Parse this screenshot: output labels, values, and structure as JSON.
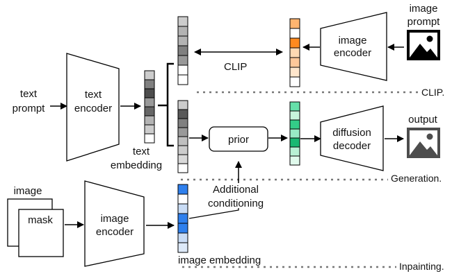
{
  "labels": {
    "image_prompt_1": "image",
    "image_prompt_2": "prompt",
    "image_encoder_top_1": "image",
    "image_encoder_top_2": "encoder",
    "clip_arrow": "CLIP",
    "text_prompt_1": "text",
    "text_prompt_2": "prompt",
    "text_encoder_1": "text",
    "text_encoder_2": "encoder",
    "text_embedding_1": "text",
    "text_embedding_2": "embedding",
    "prior": "prior",
    "diffusion_decoder_1": "diffusion",
    "diffusion_decoder_2": "decoder",
    "output": "output",
    "additional_conditioning_1": "Additional",
    "additional_conditioning_2": "conditioning",
    "image_input": "image",
    "mask_input": "mask",
    "image_encoder_bottom_1": "image",
    "image_encoder_bottom_2": "encoder",
    "image_embedding": "image embedding"
  },
  "sections": {
    "clip": "CLIP.",
    "generation": "Generation.",
    "inpainting": "Inpainting."
  },
  "colors": {
    "clip_text_embedding": [
      "#cccccc",
      "#b3b3b3",
      "#b3b3b3",
      "#808080",
      "#999999",
      "#ffffff",
      "#ffffff"
    ],
    "clip_image_embedding": [
      "#ffb570",
      "#ffffff",
      "#ff8a1f",
      "#ffd9b3",
      "#ffc89a",
      "#ffe6cc",
      "#ffffff"
    ],
    "text_encoder_output": [
      "#cccccc",
      "#808080",
      "#4d4d4d",
      "#999999",
      "#666666",
      "#b3b3b3",
      "#cccccc",
      "#ffffff"
    ],
    "generation_text_embedding": [
      "#cccccc",
      "#595959",
      "#808080",
      "#999999",
      "#bfbfbf",
      "#cccccc",
      "#d9d9d9",
      "#ffffff"
    ],
    "prior_output": [
      "#66e0aa",
      "#c7f5dc",
      "#33cc88",
      "#99ebc5",
      "#1ab872",
      "#b8f0d4",
      "#e0faec"
    ],
    "image_embedding_inpaint": [
      "#2f80ed",
      "#ffffff",
      "#c9dcf5",
      "#2f80ed",
      "#2f80ed",
      "#c9dcf5",
      "#dde9f8"
    ]
  },
  "icons": [
    "image-prompt-icon",
    "output-image-icon"
  ]
}
